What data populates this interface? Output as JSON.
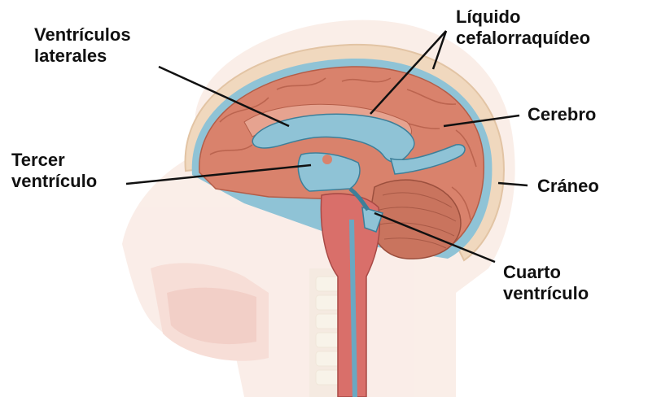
{
  "labels": {
    "ventriculos_laterales": [
      "Ventrículos",
      "laterales"
    ],
    "liquido": [
      "Líquido",
      "cefalorraquídeo"
    ],
    "cerebro": "Cerebro",
    "craneo": "Cráneo",
    "tercer_ventriculo": [
      "Tercer",
      "ventrículo"
    ],
    "cuarto_ventriculo": [
      "Cuarto",
      "ventrículo"
    ]
  },
  "colors": {
    "cerebrum": "#d9826c",
    "csf": "#8fc3d6",
    "skull": "#f3dcc0",
    "head_faded": "#f4d9cf",
    "spinal": "#d96f6a",
    "line": "#111111"
  }
}
